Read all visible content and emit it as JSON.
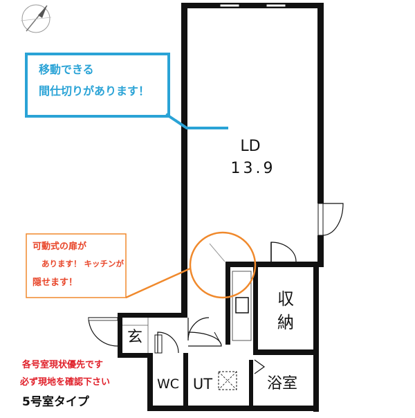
{
  "compass": {
    "icon": "compass-north-icon"
  },
  "callouts": {
    "blue": {
      "line1": "移動できる",
      "line2": "間仕切りがあります！",
      "color": "#2aa3d6"
    },
    "orange": {
      "line1": "可動式の扉が",
      "line2": "あります！ キッチンが",
      "line3": "隠せます！",
      "color": "#f0892c",
      "text_color": "#e8462a"
    }
  },
  "rooms": {
    "ld": {
      "name": "LD",
      "size": "13.9"
    },
    "storage": {
      "line1": "収",
      "line2": "納"
    },
    "entrance": "玄",
    "toilet": "WC",
    "utility": "UT",
    "bath": "浴室"
  },
  "notice": {
    "line1": "各号室現状優先です",
    "line2": "必ず現地を確認下さい",
    "color": "#e0202a"
  },
  "type_label": "5号室タイプ"
}
